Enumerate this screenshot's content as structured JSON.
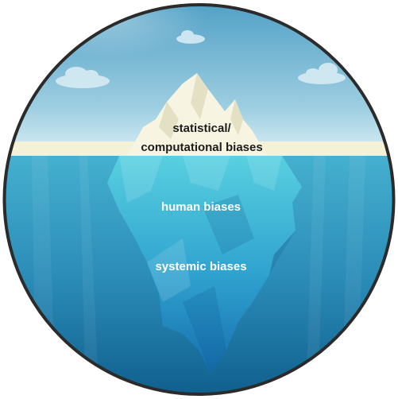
{
  "diagram": {
    "layers": [
      {
        "id": "tip",
        "text_line1": "statistical/",
        "text_line2": "computational biases"
      },
      {
        "id": "middle",
        "text": "human biases"
      },
      {
        "id": "bottom",
        "text": "systemic biases"
      }
    ]
  },
  "colors": {
    "sky_top": "#5aa5c8",
    "sky_bottom": "#d2eaf2",
    "horizon": "#f3f1d8",
    "water_top": "#3aa7c9",
    "water_bottom": "#0f5f8e",
    "ice_light": "#f6f4de",
    "ice_under": "#4bc3d8",
    "ice_deep": "#1a76b0",
    "rim": "#2b2b2b"
  },
  "icons": [
    "cloud-icon",
    "iceberg-icon"
  ]
}
